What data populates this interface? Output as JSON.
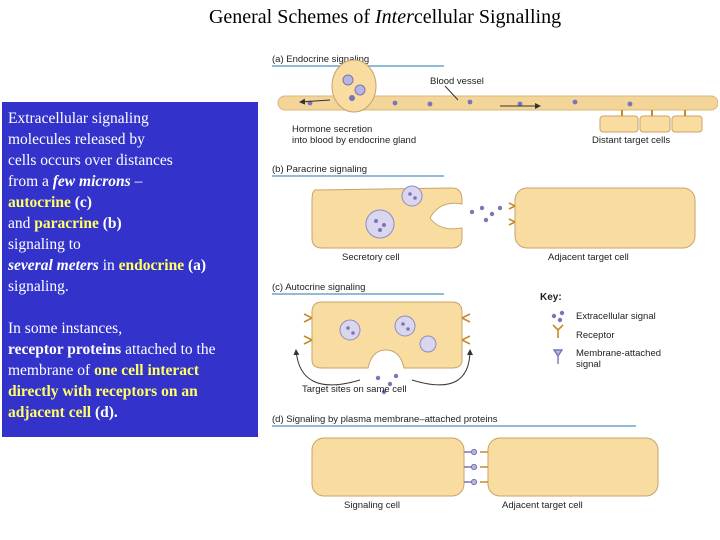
{
  "title": {
    "prefix": "General Schemes of ",
    "emph": "Inter",
    "suffix": "cellular Signalling"
  },
  "textbox": {
    "p1": [
      "Extracellular signaling",
      "molecules released by",
      "cells occurs over distances",
      "from a ",
      "few microns",
      " –",
      "autocrine",
      " (",
      "c",
      ")",
      "and ",
      "paracrine",
      " (",
      "b",
      ")",
      "signaling to",
      "several meters",
      " in ",
      "endocrine",
      " (",
      "a",
      ")",
      "signaling."
    ],
    "p2": [
      "In some instances,",
      "receptor proteins",
      " attached to the",
      "membrane of ",
      "one cell interact",
      "directly with receptors on an",
      "adjacent cell",
      " (",
      "d",
      ")."
    ]
  },
  "figure": {
    "a": {
      "heading": "(a)  Endocrine signaling",
      "blood_vessel": "Blood vessel",
      "caption_line1": "Hormone secretion",
      "caption_line2": "into blood by endocrine gland",
      "target": "Distant target cells"
    },
    "b": {
      "heading": "(b)  Paracrine signaling",
      "secretory": "Secretory cell",
      "adjacent": "Adjacent target cell"
    },
    "c": {
      "heading": "(c)  Autocrine signaling",
      "target_sites": "Target sites on same cell"
    },
    "key": {
      "title": "Key:",
      "items": [
        "Extracellular signal",
        "Receptor",
        "Membrane-attached",
        "signal"
      ]
    },
    "d": {
      "heading": "(d)  Signaling by plasma membrane–attached proteins",
      "signaling": "Signaling cell",
      "adjacent": "Adjacent target cell"
    }
  },
  "colors": {
    "box_bg": "#3333cc",
    "highlight": "#ffff66",
    "cell_fill": "#f8dca0",
    "vessel": "#f3d59a",
    "heading_line": "#6fa2c7"
  }
}
